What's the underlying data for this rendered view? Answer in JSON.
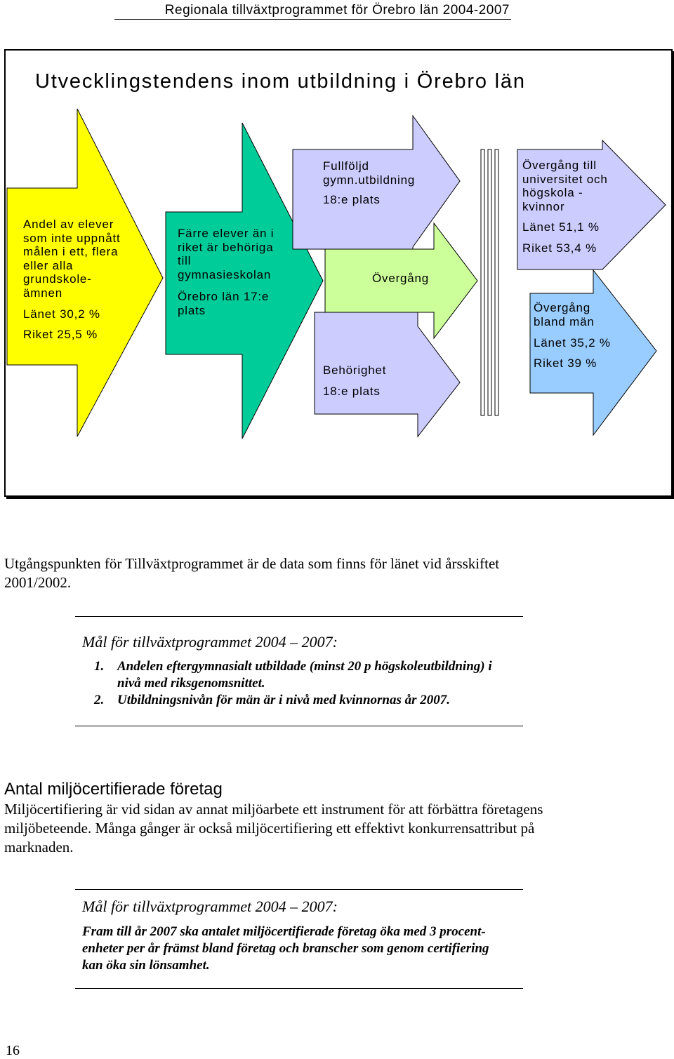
{
  "header": {
    "running_title": "Regionala tillväxtprogrammet för Örebro län 2004-2007"
  },
  "diagram": {
    "title": "Utvecklingstendens inom utbildning i Örebro län",
    "arrow_grundskola": {
      "color": "#ffff00",
      "lines": [
        "Andel av elever",
        "som inte uppnått",
        "målen i ett, flera",
        "eller alla",
        "grundskole-",
        "ämnen"
      ],
      "lanet": "Länet 30,2 %",
      "riket": "Riket 25,5 %"
    },
    "arrow_behoriga": {
      "color": "#00cc99",
      "lines": [
        "Färre elever än i",
        "riket är behöriga",
        "till",
        "gymnasieskolan"
      ],
      "rank_lines": [
        "Örebro län 17:e",
        "plats"
      ]
    },
    "arrow_fullfoljd": {
      "color": "#ccccff",
      "lines": [
        "Fullföljd",
        "gymn.utbildning"
      ],
      "rank": "18:e plats"
    },
    "arrow_overgang": {
      "color": "#ccff99",
      "label": "Övergång"
    },
    "arrow_behorighet": {
      "color": "#ccccff",
      "label": "Behörighet",
      "rank": "18:e plats"
    },
    "arrow_kvinnor": {
      "color": "#ccccff",
      "lines": [
        "Övergång till",
        "universitet och",
        "högskola -",
        "kvinnor"
      ],
      "lanet": "Länet 51,1 %",
      "riket": "Riket 53,4 %"
    },
    "arrow_man": {
      "color": "#99ccff",
      "lines": [
        "Övergång",
        "bland män"
      ],
      "lanet": "Länet 35,2 %",
      "riket": "Riket 39 %"
    }
  },
  "intro": {
    "lines": [
      "Utgångspunkten för Tillväxtprogrammet är de data som finns för länet vid årsskiftet",
      "2001/2002."
    ]
  },
  "goals_education": {
    "heading": "Mål för tillväxtprogrammet 2004 – 2007:",
    "items": [
      {
        "number": "1.",
        "lines": [
          "Andelen eftergymnasialt utbildade (minst 20 p högskoleutbildning) i",
          "nivå med riksgenomsnittet."
        ]
      },
      {
        "number": "2.",
        "lines": [
          "Utbildningsnivån för män är i nivå med kvinnornas år 2007."
        ]
      }
    ]
  },
  "environment": {
    "heading": "Antal miljöcertifierade företag",
    "lines": [
      "Miljöcertifiering är vid sidan av annat miljöarbete ett instrument för att förbättra företagens",
      "miljöbeteende. Många gånger är också miljöcertifiering ett effektivt konkurrensattribut på",
      "marknaden."
    ]
  },
  "goals_environment": {
    "heading": "Mål för tillväxtprogrammet 2004 – 2007:",
    "lines": [
      "Fram till år 2007 ska antalet miljöcertifierade företag öka med 3 procent-",
      "enheter per år främst bland företag och branscher som genom certifiering",
      "kan öka sin lönsamhet."
    ]
  },
  "page_number": "16"
}
